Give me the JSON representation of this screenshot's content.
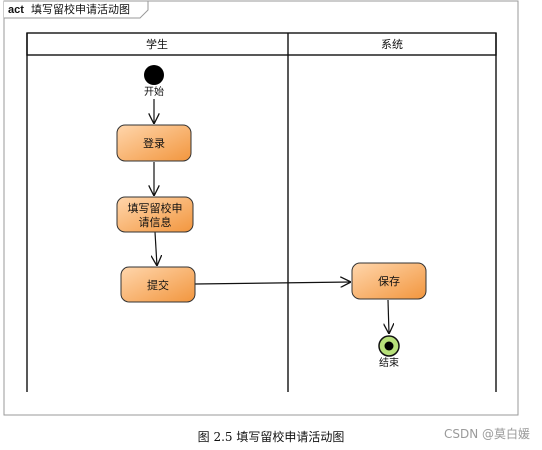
{
  "diagram": {
    "frame_label_keyword": "act",
    "frame_label_title": "填写留校申请活动图",
    "lanes": [
      "学生",
      "系统"
    ],
    "start_label": "开始",
    "end_label": "结束",
    "activities": {
      "login": "登录",
      "fill_line1": "填写留校申",
      "fill_line2": "请信息",
      "submit": "提交",
      "save": "保存"
    }
  },
  "caption": "图 2.5  填写留校申请活动图",
  "watermark": "CSDN @莫白媛",
  "colors": {
    "activity_fill_top": "#ffd3a6",
    "activity_fill_bottom": "#f39a45",
    "end_fill": "#b7e07a",
    "line": "#111111"
  }
}
